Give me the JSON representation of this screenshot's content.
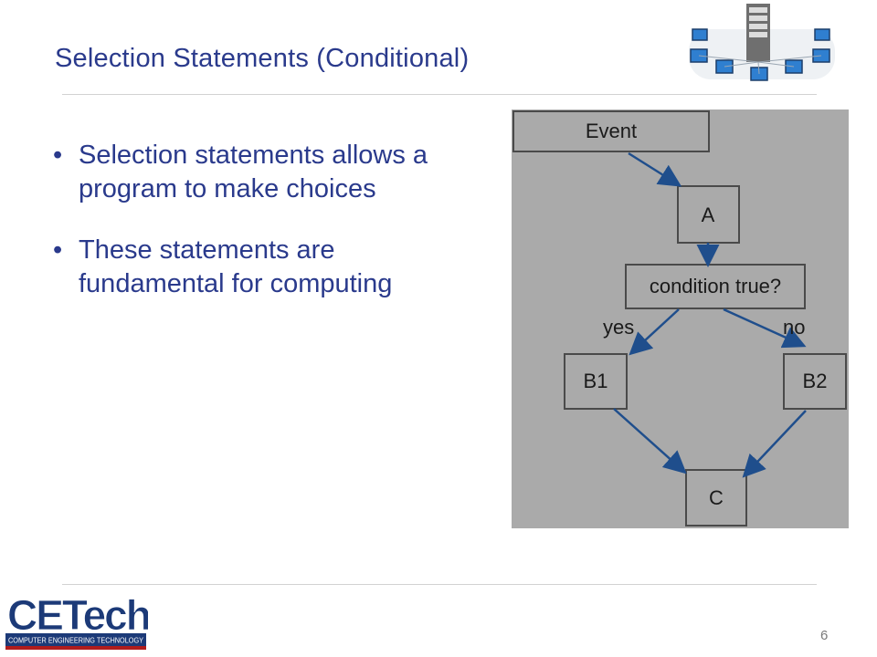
{
  "slide": {
    "title": "Selection Statements (Conditional)",
    "bullets": [
      "Selection statements allows a program to make choices",
      "These statements are fundamental for computing"
    ],
    "page_number": "6"
  },
  "flowchart": {
    "event": "Event",
    "a": "A",
    "condition": "condition true?",
    "yes": "yes",
    "no": "no",
    "b1": "B1",
    "b2": "B2",
    "c": "C"
  },
  "logo": {
    "brand": "CETech",
    "tagline": "COMPUTER ENGINEERING TECHNOLOGY"
  },
  "colors": {
    "title": "#2a3a8c",
    "flow_background": "#aaaaaa",
    "arrow": "#1f4e8c",
    "logo_red": "#b01c1c"
  }
}
